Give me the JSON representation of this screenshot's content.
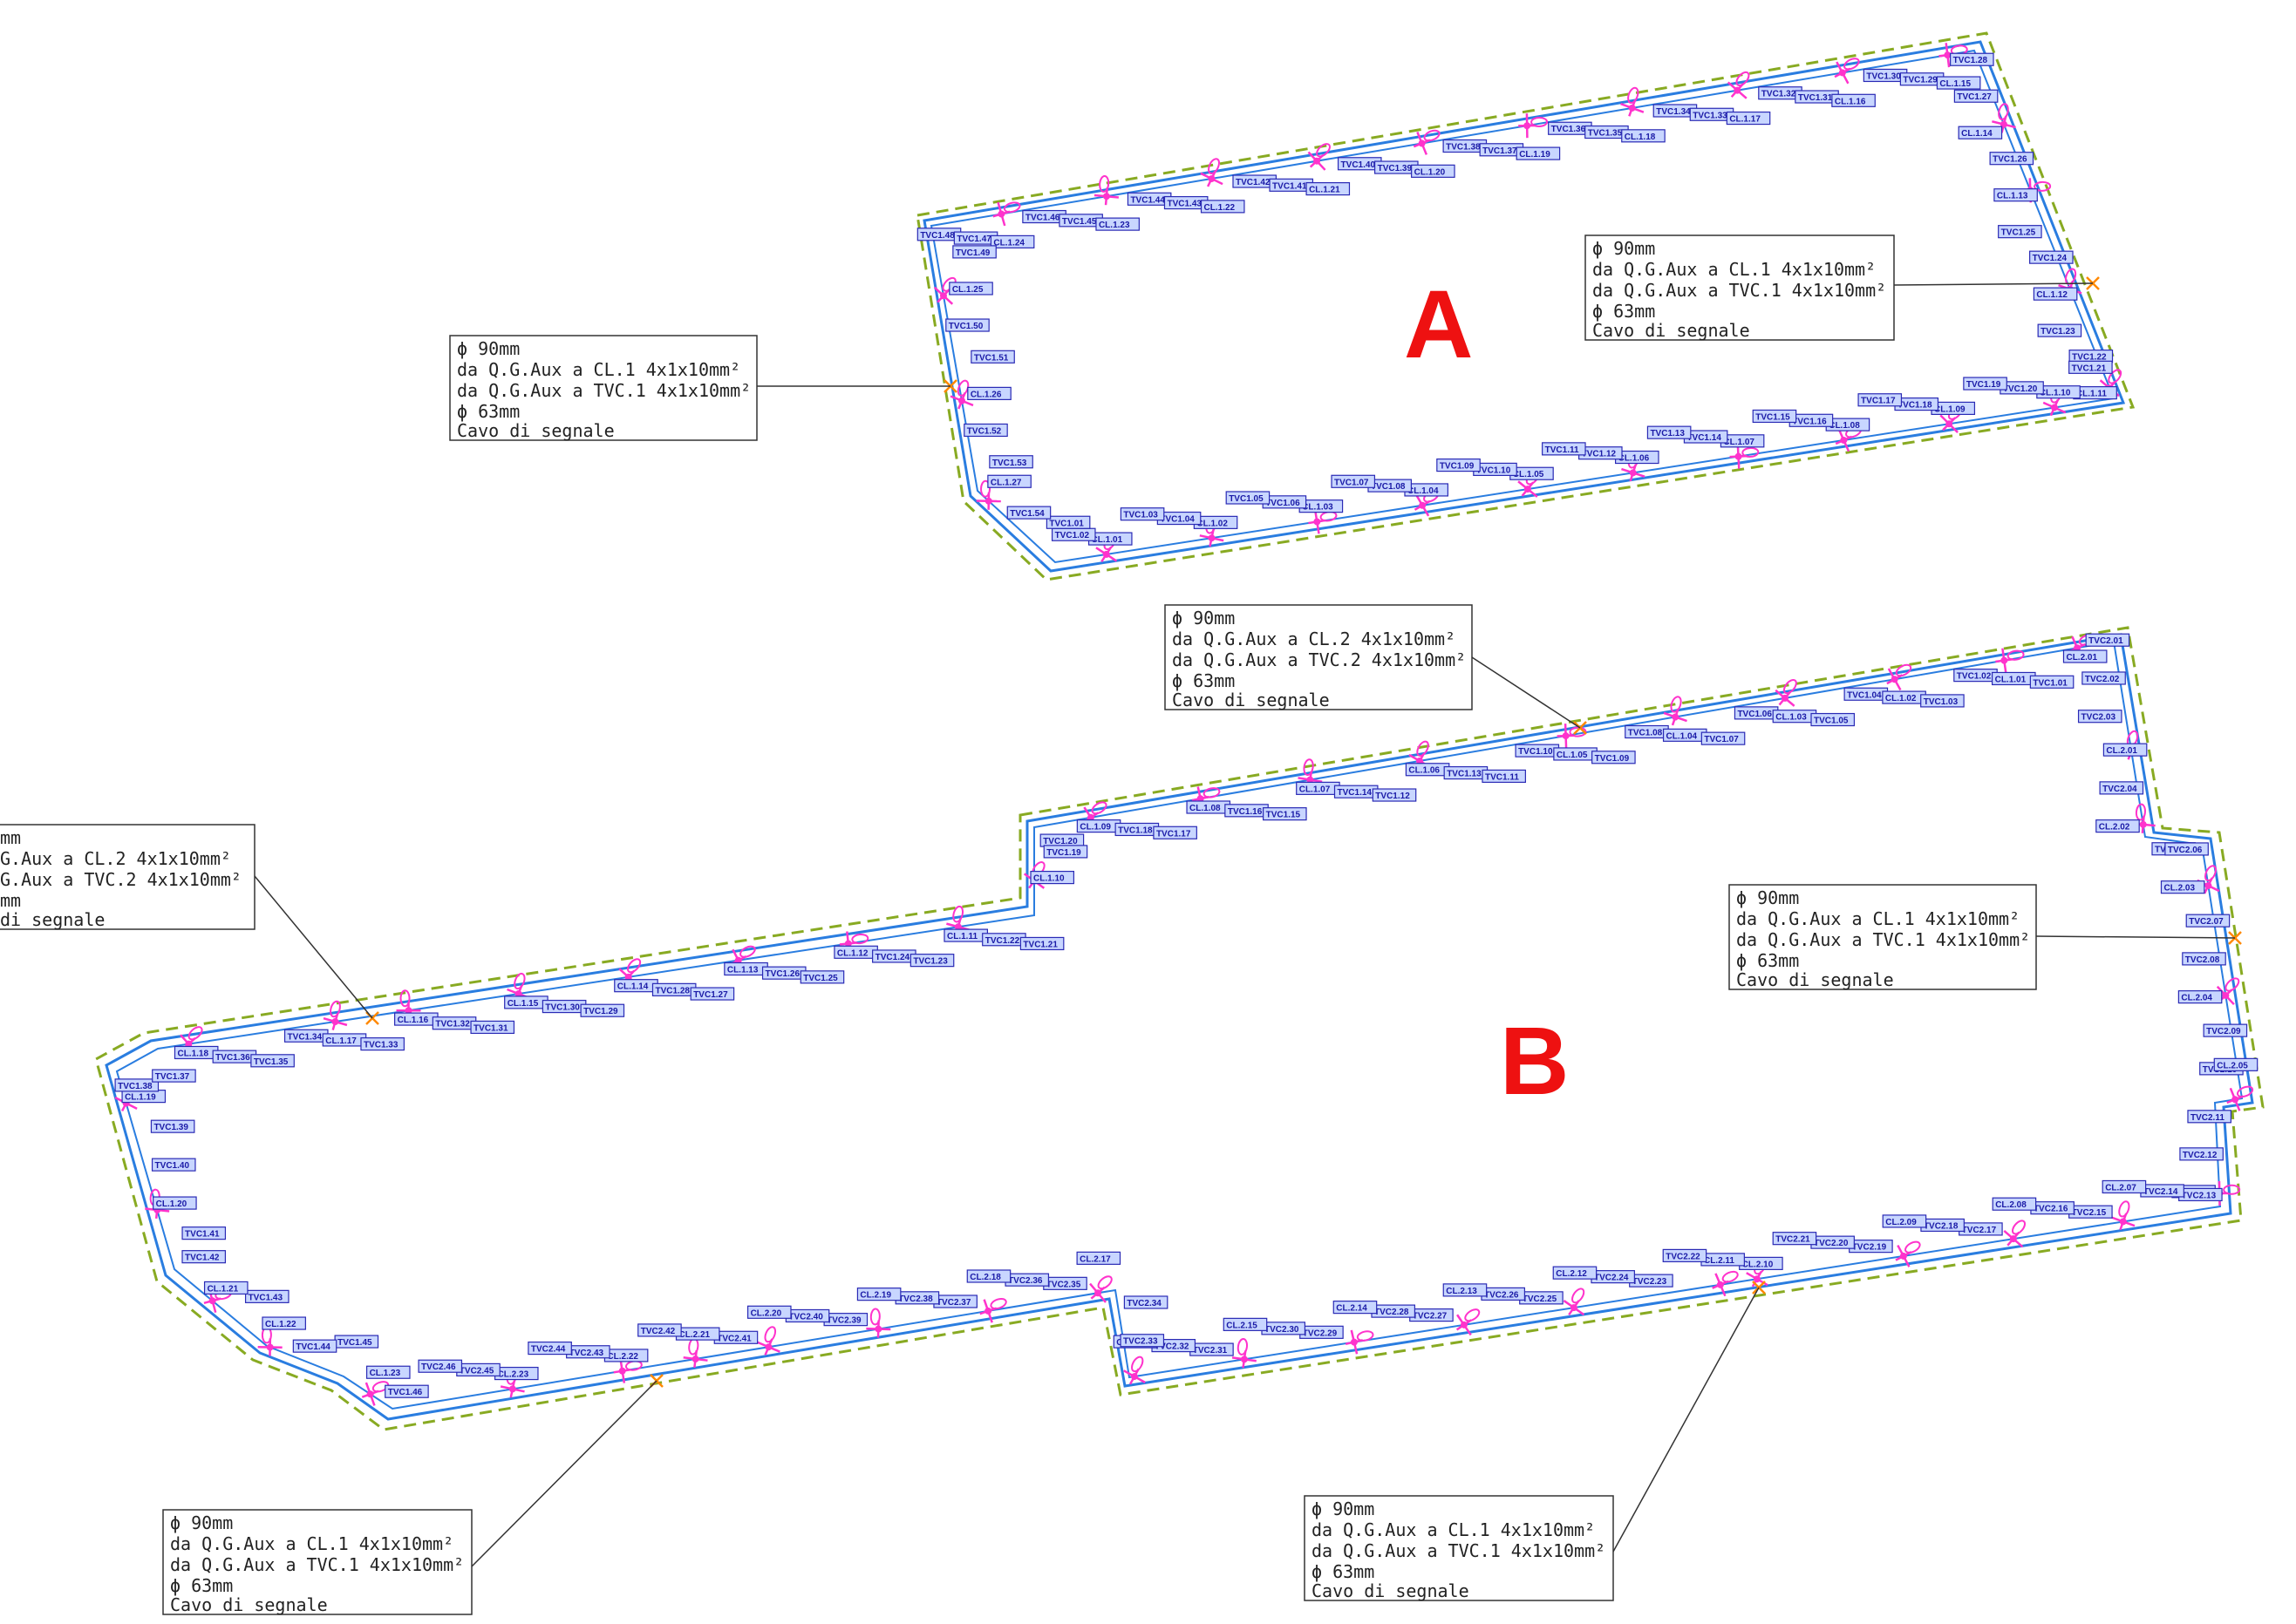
{
  "zones": [
    {
      "letter": "A"
    },
    {
      "letter": "B"
    }
  ],
  "colors": {
    "outer_dashed": "#88aa22",
    "conduit": "#2a7de0",
    "fixture": "#ff33cc",
    "tag_fill": "#c8d6ff",
    "tag_text": "#1a1aa6",
    "zone_letter": "#ee1111",
    "junction": "#ff8800"
  },
  "icons": {
    "fixture": "pole-lamp-icon",
    "junction": "junction-box-icon"
  },
  "notes": [
    {
      "lines": [
        "ϕ 90mm",
        "da Q.G.Aux a CL.1 4x1x10mm²",
        "da Q.G.Aux a TVC.1 4x1x10mm²",
        "ϕ 63mm",
        "Cavo di segnale"
      ]
    },
    {
      "lines": [
        "ϕ 90mm",
        "da Q.G.Aux a CL.1 4x1x10mm²",
        "da Q.G.Aux a TVC.1 4x1x10mm²",
        "ϕ 63mm",
        "Cavo di segnale"
      ]
    },
    {
      "lines": [
        "ϕ 90mm",
        "da Q.G.Aux a CL.2 4x1x10mm²",
        "da Q.G.Aux a TVC.2 4x1x10mm²",
        "ϕ 63mm",
        "Cavo di segnale"
      ]
    },
    {
      "lines": [
        "mm",
        "G.Aux a CL.2 4x1x10mm²",
        "G.Aux a TVC.2 4x1x10mm²",
        "mm",
        "di segnale"
      ]
    },
    {
      "lines": [
        "ϕ 90mm",
        "da Q.G.Aux a CL.1 4x1x10mm²",
        "da Q.G.Aux a TVC.1 4x1x10mm²",
        "ϕ 63mm",
        "Cavo di segnale"
      ]
    },
    {
      "lines": [
        "ϕ 90mm",
        "da Q.G.Aux a CL.1 4x1x10mm²",
        "da Q.G.Aux a TVC.1 4x1x10mm²",
        "ϕ 63mm",
        "Cavo di segnale"
      ]
    },
    {
      "lines": [
        "ϕ 90mm",
        "da Q.G.Aux a CL.1 4x1x10mm²",
        "da Q.G.Aux a TVC.1 4x1x10mm²",
        "ϕ 63mm",
        "Cavo di segnale"
      ]
    }
  ],
  "labels_A": [
    "TVC1.48",
    "TVC1.47",
    "CL.1.24",
    "TVC1.46",
    "TVC1.45",
    "CL.1.23",
    "TVC1.44",
    "TVC1.43",
    "CL.1.22",
    "TVC1.42",
    "TVC1.41",
    "CL.1.21",
    "TVC1.40",
    "TVC1.39",
    "CL.1.20",
    "TVC1.38",
    "TVC1.37",
    "CL.1.19",
    "TVC1.36",
    "TVC1.35",
    "CL.1.18",
    "TVC1.34",
    "TVC1.33",
    "CL.1.17",
    "TVC1.32",
    "TVC1.31",
    "CL.1.16",
    "TVC1.30",
    "TVC1.29",
    "CL.1.15",
    "TVC1.28",
    "TVC1.27",
    "CL.1.14",
    "TVC1.26",
    "CL.1.13",
    "TVC1.25",
    "TVC1.24",
    "CL.1.12",
    "TVC1.23",
    "TVC1.22",
    "CL.1.11",
    "TVC1.21",
    "CL.1.10",
    "TVC1.20",
    "TVC1.19",
    "CL.1.09",
    "TVC1.18",
    "TVC1.17",
    "CL.1.08",
    "TVC1.16",
    "TVC1.15",
    "CL.1.07",
    "TVC1.14",
    "TVC1.13",
    "CL.1.06",
    "TVC1.12",
    "TVC1.11",
    "CL.1.05",
    "TVC1.10",
    "TVC1.09",
    "CL.1.04",
    "TVC1.08",
    "TVC1.07",
    "CL.1.03",
    "TVC1.06",
    "TVC1.05",
    "CL.1.02",
    "TVC1.04",
    "TVC1.03",
    "CL.1.01",
    "TVC1.02",
    "TVC1.01",
    "TVC1.54",
    "CL.1.27",
    "TVC1.53",
    "TVC1.52",
    "CL.1.26",
    "TVC1.51",
    "TVC1.50",
    "CL.1.25",
    "TVC1.49"
  ],
  "labels_B": [
    "TVC2.01",
    "TVC2.02",
    "TVC2.03",
    "CL.2.01",
    "TVC2.04",
    "CL.2.02",
    "TVC2.05",
    "TVC2.06",
    "CL.2.03",
    "TVC2.07",
    "TVC2.08",
    "CL.2.04",
    "TVC2.09",
    "TVC2.10",
    "CL.2.05",
    "TVC2.11",
    "TVC2.12",
    "CL.2.06",
    "TVC2.13",
    "TVC2.14",
    "CL.2.07",
    "TVC2.15",
    "TVC2.16",
    "CL.2.08",
    "TVC2.17",
    "TVC2.18",
    "CL.2.09",
    "TVC2.19",
    "TVC2.20",
    "TVC2.21",
    "CL.2.10",
    "CL.2.11",
    "TVC2.22",
    "TVC2.23",
    "TVC2.24",
    "CL.2.12",
    "TVC2.25",
    "TVC2.26",
    "CL.2.13",
    "TVC2.27",
    "TVC2.28",
    "CL.2.14",
    "TVC2.29",
    "TVC2.30",
    "CL.2.15",
    "TVC2.31",
    "TVC2.32",
    "CL.2.16",
    "TVC2.33",
    "TVC2.34",
    "CL.2.17",
    "TVC2.35",
    "TVC2.36",
    "CL.2.18",
    "TVC2.37",
    "TVC2.38",
    "CL.2.19",
    "TVC2.39",
    "TVC2.40",
    "CL.2.20",
    "TVC2.41",
    "CL.2.21",
    "TVC2.42",
    "CL.2.22",
    "TVC2.43",
    "TVC2.44",
    "CL.2.23",
    "TVC2.45",
    "TVC2.46",
    "TVC1.46",
    "CL.1.23",
    "TVC1.45",
    "TVC1.44",
    "CL.1.22",
    "TVC1.43",
    "CL.1.21",
    "TVC1.42",
    "TVC1.41",
    "CL.1.20",
    "TVC1.40",
    "TVC1.39",
    "CL.1.19",
    "TVC1.38",
    "TVC1.37",
    "CL.1.18",
    "TVC1.36",
    "TVC1.35",
    "TVC1.34",
    "CL.1.17",
    "TVC1.33",
    "CL.1.16",
    "TVC1.32",
    "TVC1.31",
    "CL.1.15",
    "TVC1.30",
    "TVC1.29",
    "CL.1.14",
    "TVC1.28",
    "TVC1.27",
    "CL.1.13",
    "TVC1.26",
    "TVC1.25",
    "CL.1.12",
    "TVC1.24",
    "TVC1.23",
    "CL.1.11",
    "TVC1.22",
    "TVC1.21",
    "CL.1.10",
    "TVC1.20",
    "TVC1.19",
    "CL.1.09",
    "TVC1.18",
    "TVC1.17",
    "CL.1.08",
    "TVC1.16",
    "TVC1.15",
    "CL.1.07",
    "TVC1.14",
    "TVC1.12",
    "CL.1.06",
    "TVC1.13",
    "TVC1.11",
    "TVC1.10",
    "CL.1.05",
    "TVC1.09",
    "TVC1.08",
    "CL.1.04",
    "TVC1.07",
    "TVC1.06",
    "CL.1.03",
    "TVC1.05",
    "TVC1.04",
    "CL.1.02",
    "TVC1.03",
    "TVC1.02",
    "CL.1.01",
    "TVC1.01",
    "CL.2.01"
  ]
}
